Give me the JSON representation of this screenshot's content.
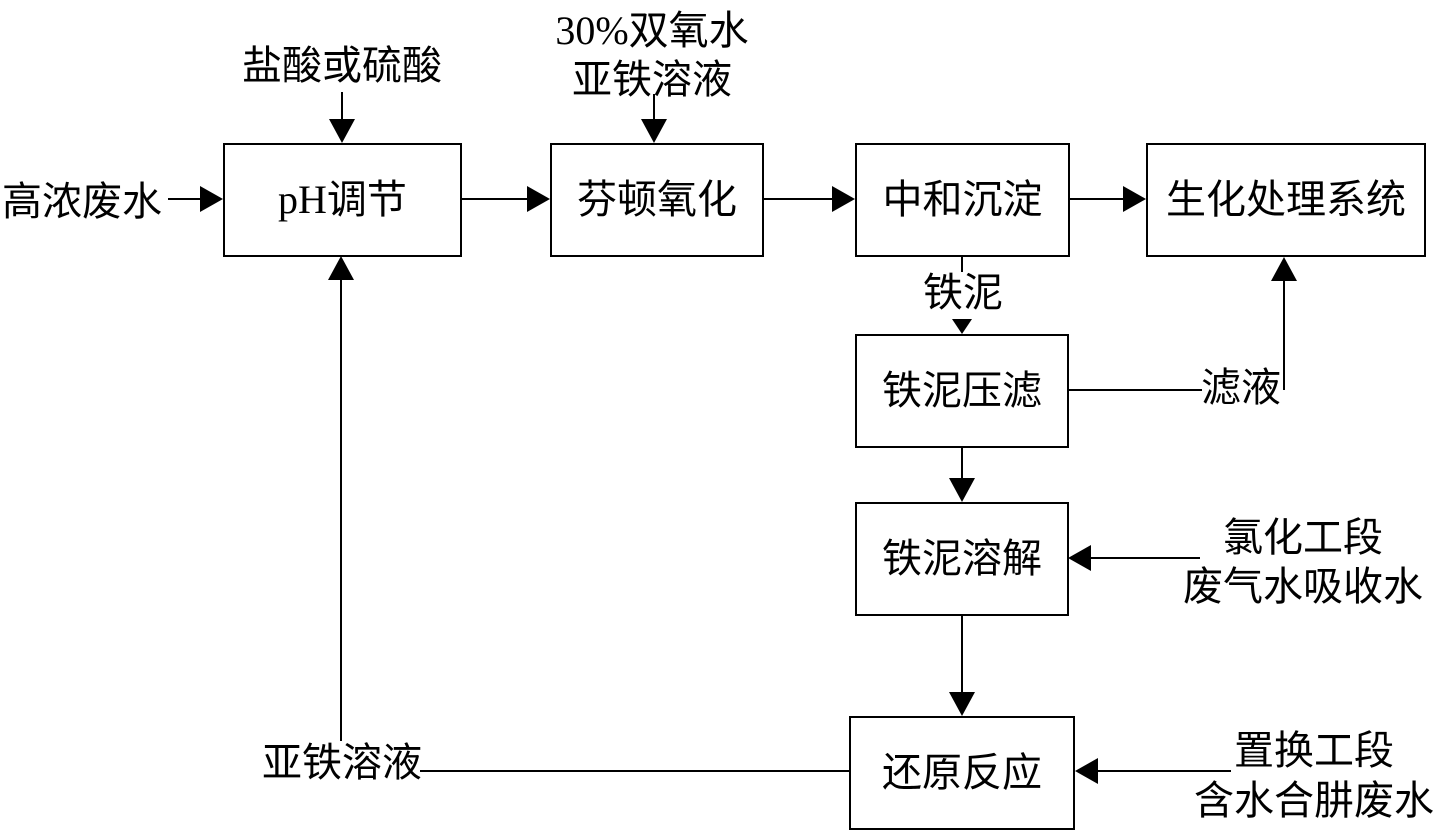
{
  "diagram_type": "process-flowchart",
  "colors": {
    "line": "#000000",
    "background": "#ffffff",
    "box_fill": "#ffffff",
    "text": "#000000"
  },
  "nodes": {
    "ph_adjust": {
      "label": "pH调节"
    },
    "fenton_oxidation": {
      "label": "芬顿氧化"
    },
    "neutralization_sedimentation": {
      "label": "中和沉淀"
    },
    "biochemical_system": {
      "label": "生化处理系统"
    },
    "iron_sludge_press": {
      "label": "铁泥压滤"
    },
    "iron_sludge_dissolution": {
      "label": "铁泥溶解"
    },
    "reduction_reaction": {
      "label": "还原反应"
    }
  },
  "labels": {
    "high_conc_wastewater": "高浓废水",
    "acid_input": "盐酸或硫酸",
    "peroxide_input_line1": "30%双氧水",
    "peroxide_input_line2": "亚铁溶液",
    "iron_sludge": "铁泥",
    "filtrate": "滤液",
    "chlorination_line1": "氯化工段",
    "chlorination_line2": "废气水吸收水",
    "ferrous_solution": "亚铁溶液",
    "displacement_line1": "置换工段",
    "displacement_line2": "含水合肼废水"
  },
  "edges": [
    {
      "from": "high_conc_wastewater",
      "to": "ph_adjust"
    },
    {
      "from": "acid_input",
      "to": "ph_adjust"
    },
    {
      "from": "ph_adjust",
      "to": "fenton_oxidation"
    },
    {
      "from": "peroxide_input",
      "to": "fenton_oxidation"
    },
    {
      "from": "fenton_oxidation",
      "to": "neutralization_sedimentation"
    },
    {
      "from": "neutralization_sedimentation",
      "to": "biochemical_system"
    },
    {
      "from": "neutralization_sedimentation",
      "to": "iron_sludge_press",
      "label": "铁泥"
    },
    {
      "from": "iron_sludge_press",
      "to": "biochemical_system",
      "label": "滤液"
    },
    {
      "from": "iron_sludge_press",
      "to": "iron_sludge_dissolution"
    },
    {
      "from": "chlorination_absorption_water",
      "to": "iron_sludge_dissolution"
    },
    {
      "from": "iron_sludge_dissolution",
      "to": "reduction_reaction"
    },
    {
      "from": "displacement_hydrazine_wastewater",
      "to": "reduction_reaction"
    },
    {
      "from": "reduction_reaction",
      "to": "ph_adjust",
      "label": "亚铁溶液"
    }
  ]
}
